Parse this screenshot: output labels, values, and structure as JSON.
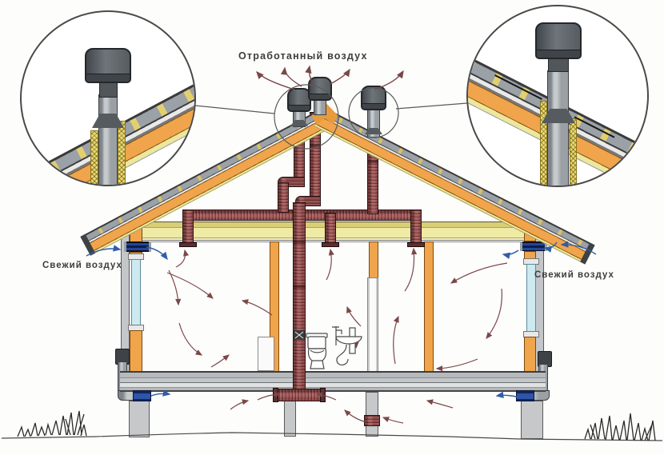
{
  "diagram": {
    "type": "house-ventilation-cross-section",
    "labels": {
      "exhaust_air": "Отработанный воздух",
      "fresh_air_left": "Свежий воздух",
      "fresh_air_right": "Свежий воздух"
    },
    "colors": {
      "exhaust_duct": "#8e4e4e",
      "exhaust_arrow": "#7a4848",
      "fresh_arrow": "#2f5ea8",
      "wood": "#f0a44c",
      "ceiling_insulation": "#efeaa4",
      "roof_metal": "#9aa1a7",
      "vent_cap": "#565c60",
      "window_glass": "#cdeaf0",
      "inlet_valve": "#1e3a75",
      "foundation": "#c6c8ca"
    },
    "components": {
      "roof_vent_caps": 3,
      "callout_details": 2,
      "wall_inlet_valves": 2,
      "underfloor_inlets": 2,
      "ceiling_exhaust_grilles": 3
    }
  }
}
